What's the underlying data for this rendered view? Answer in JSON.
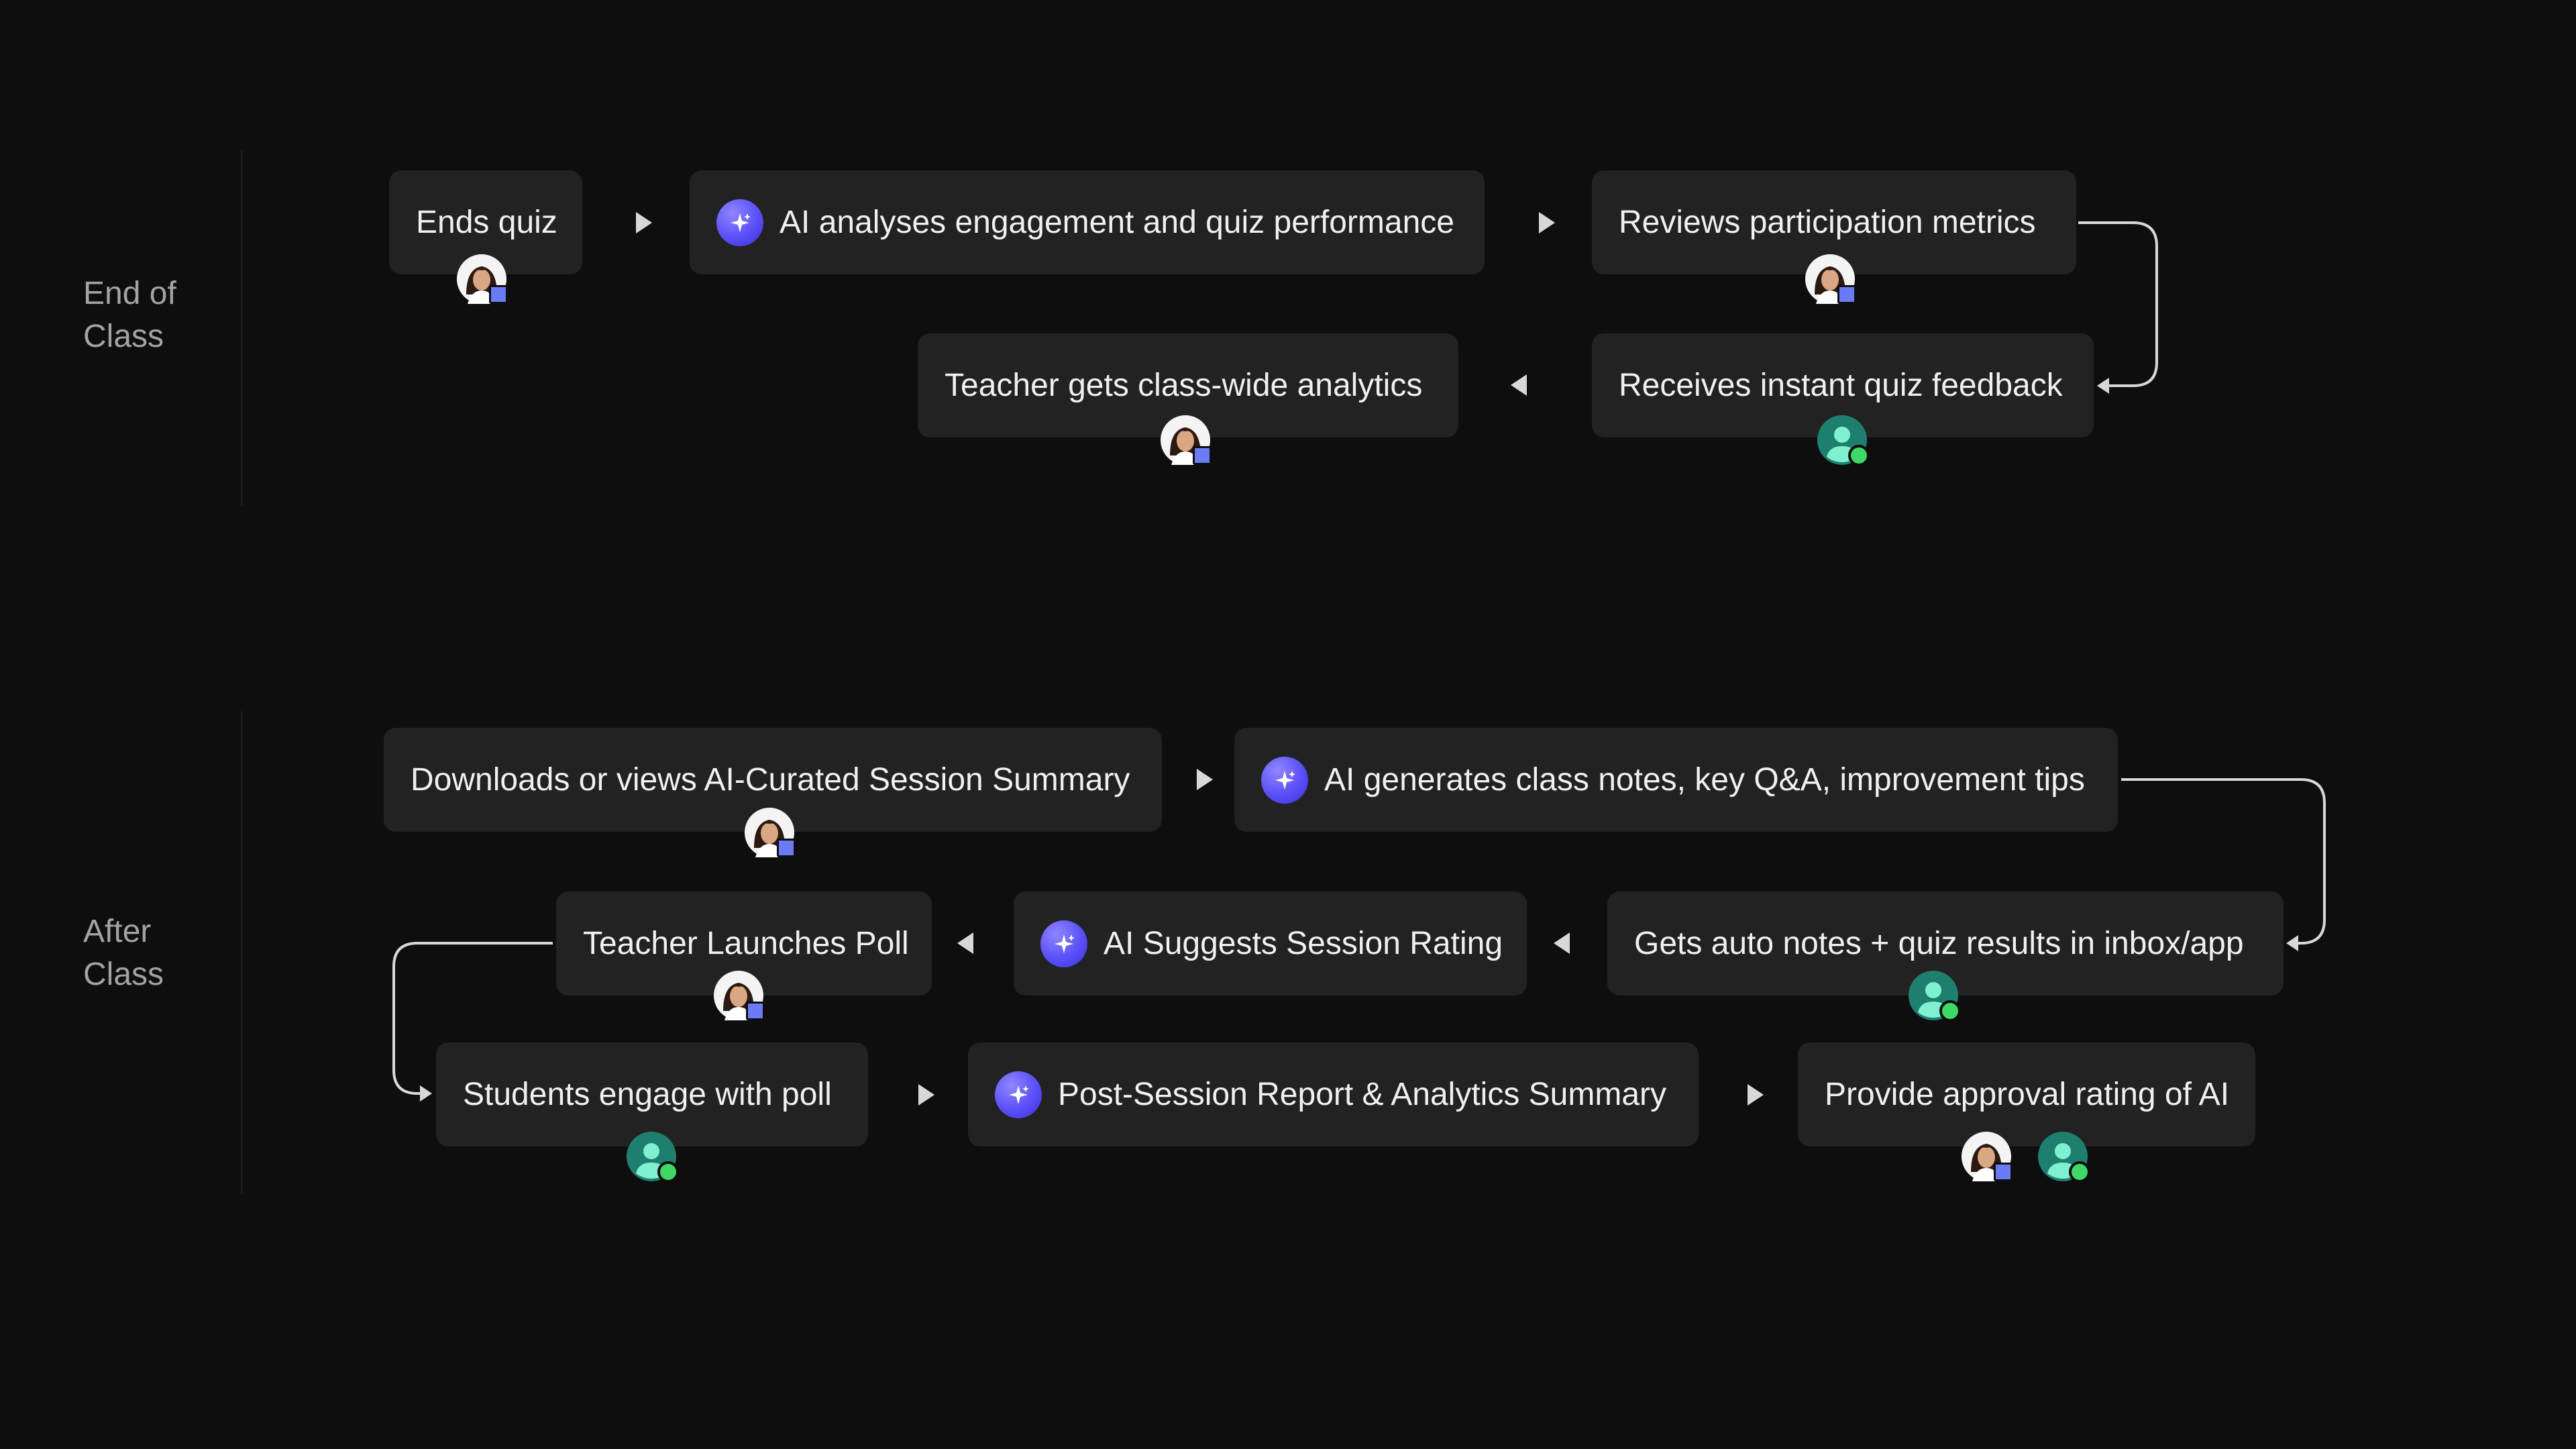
{
  "sections": {
    "end_of_class": {
      "label": "End of\nClass",
      "nodes": {
        "ends_quiz": "Ends quiz",
        "ai_analyses": "AI analyses engagement and quiz performance",
        "reviews_metrics": "Reviews participation metrics",
        "receives_feedback": "Receives instant quiz feedback",
        "teacher_analytics": "Teacher gets class-wide analytics"
      }
    },
    "after_class": {
      "label": "After\nClass",
      "nodes": {
        "downloads_summary": "Downloads or views AI-Curated Session Summary",
        "ai_generates_notes": "AI generates class notes, key Q&A, improvement tips",
        "gets_auto_notes": "Gets auto notes + quiz results in inbox/app",
        "ai_suggests_rating": "AI Suggests Session Rating",
        "teacher_launches_poll": "Teacher Launches Poll",
        "students_engage_poll": "Students engage with poll",
        "post_session_report": "Post-Session Report & Analytics Summary",
        "provide_approval": "Provide approval rating of AI"
      }
    }
  },
  "icons": {
    "ai": "sparkle-icon",
    "teacher": "teacher-avatar-icon",
    "student": "student-avatar-icon",
    "arrow": "triangle-arrow-icon"
  },
  "colors": {
    "background": "#0e0e0e",
    "node": "#222222",
    "ai_accent": "#5b4ff7",
    "teacher_badge": "#6b7bf5",
    "student_badge": "#3fd968",
    "student_avatar": "#1f7f6f"
  }
}
